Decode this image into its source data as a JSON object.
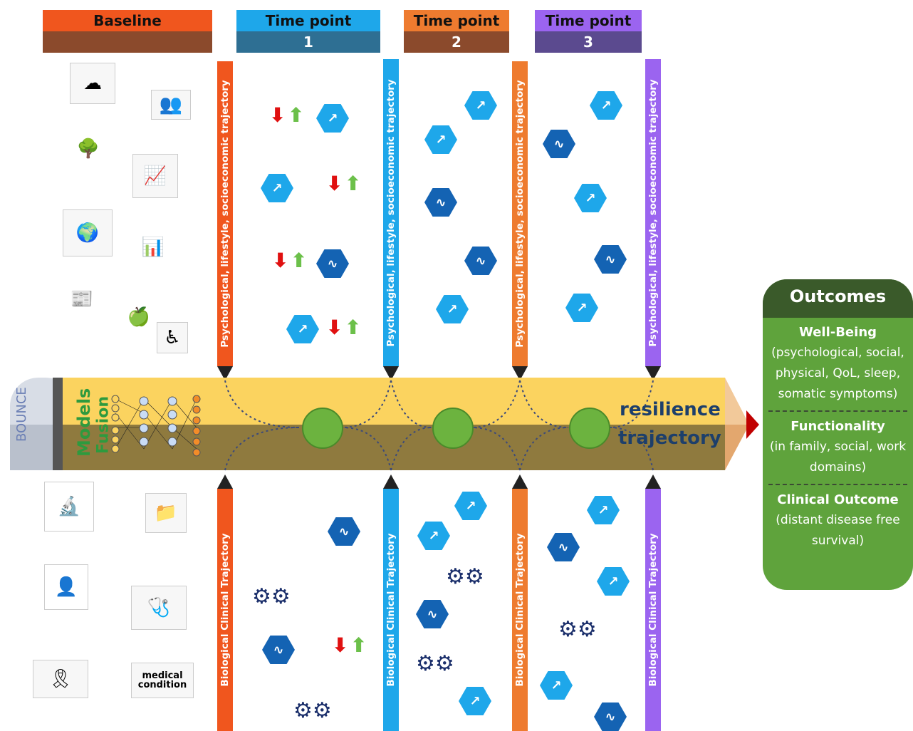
{
  "headers": {
    "baseline": {
      "title": "Baseline"
    },
    "tp1": {
      "title": "Time point",
      "num": "1"
    },
    "tp2": {
      "title": "Time point",
      "num": "2"
    },
    "tp3": {
      "title": "Time point",
      "num": "3"
    }
  },
  "top_bars": {
    "label": "Psychological, lifestyle, socioeconomic trajectory"
  },
  "bottom_bars": {
    "label": "Biological Clinical Trajectory"
  },
  "pencil": {
    "logo": "BOUNCE",
    "models_label": "Models",
    "fusion_label": "Fusion",
    "resilience": "resilience",
    "trajectory": "trajectory"
  },
  "outcomes": {
    "title": "Outcomes",
    "sections": [
      {
        "heading": "Well-Being",
        "body": "(psychological, social, physical, QoL, sleep, somatic symptoms)"
      },
      {
        "heading": "Functionality",
        "body": "(in family, social, work domains)"
      },
      {
        "heading": "Clinical Outcome",
        "body": "(distant disease free survival)"
      }
    ]
  },
  "baseline_thumbs": {
    "medical_condition_text": "medical condition"
  },
  "colors": {
    "baseline": "#e8541e",
    "tp1": "#1ea7ea",
    "tp2": "#ee7b2f",
    "tp3": "#9b64f0",
    "pencil_yellow": "#fbd35f",
    "pencil_olive": "#8f7a3e",
    "outcome_green": "#5fa33c"
  },
  "icons": {
    "trend_hex": "chart-trend-icon",
    "pulse_hex": "pulse-icon",
    "gears": "gears-icon",
    "arrow_down": "arrow-down-icon",
    "arrow_up": "arrow-up-icon"
  }
}
